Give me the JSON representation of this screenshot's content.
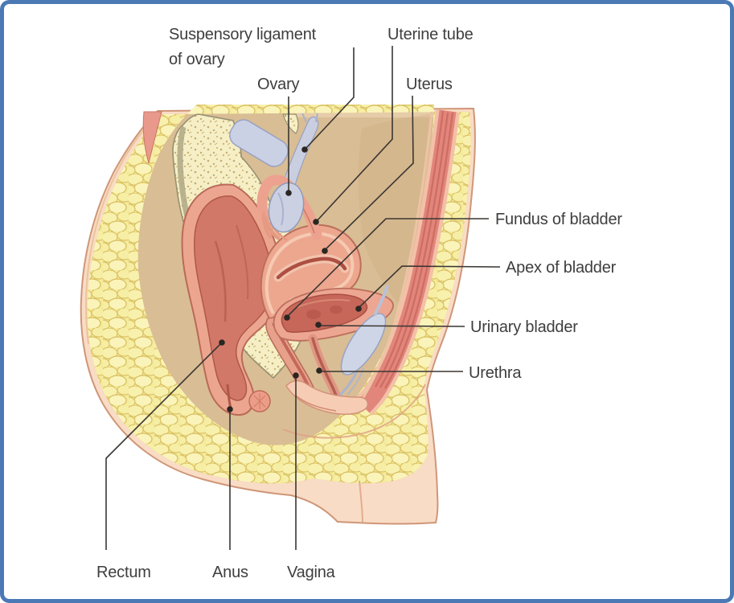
{
  "figure": {
    "description": "Midsagittal anatomical illustration of the female pelvis with labeled organs",
    "labels": {
      "suspensory_line1": "Suspensory ligament",
      "suspensory_line2": "of ovary",
      "ovary": "Ovary",
      "uterine_tube": "Uterine tube",
      "uterus": "Uterus",
      "fundus_of_bladder": "Fundus of bladder",
      "apex_of_bladder": "Apex of bladder",
      "urinary_bladder": "Urinary bladder",
      "urethra": "Urethra",
      "rectum": "Rectum",
      "anus": "Anus",
      "vagina": "Vagina"
    },
    "colors": {
      "frame_border": "#4a79b6",
      "label_text": "#3e3e3e",
      "leader_line": "#3a3632",
      "skin": "#f9dcc5",
      "fat": "#f4eb9c",
      "bone": "#f6efc6",
      "cavity": "#d9bd95",
      "organ_pink": "#eda78f",
      "bladder_red": "#c6675a",
      "cartilage_blue": "#cdd5e7"
    }
  }
}
